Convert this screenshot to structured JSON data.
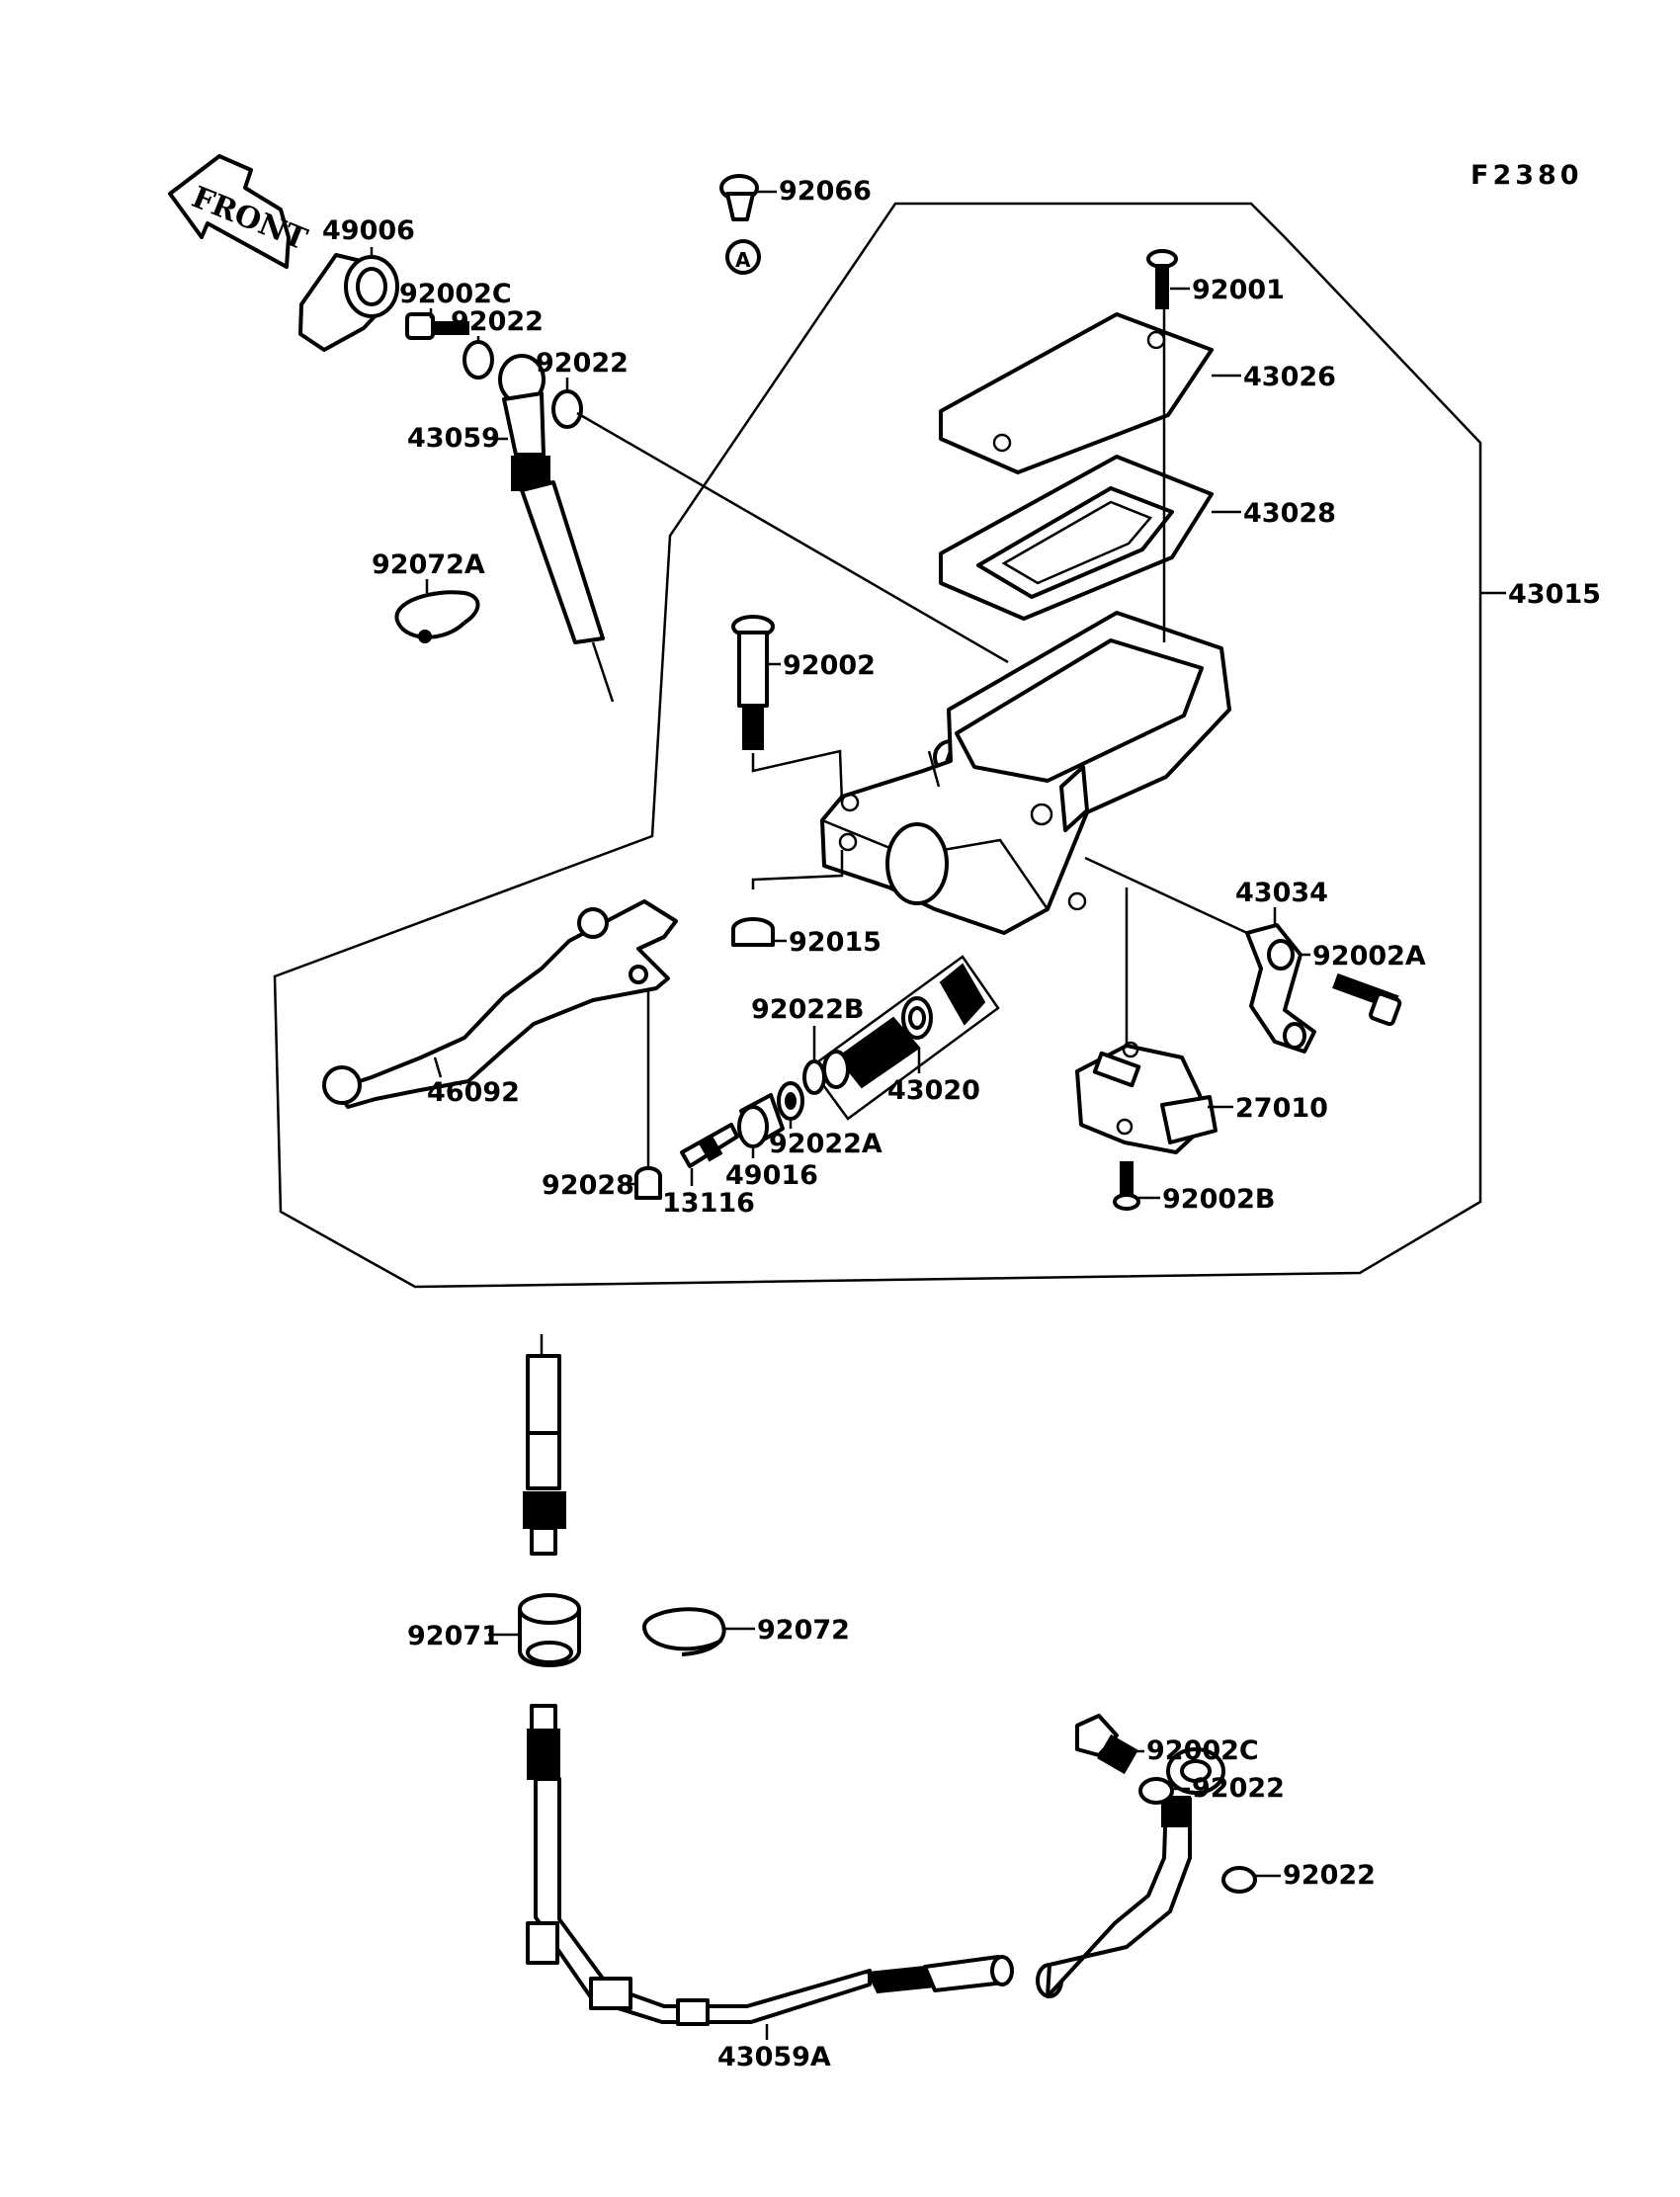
{
  "figure_code": "F2380",
  "front_arrow": {
    "label": "FRONT",
    "icon": "front-arrow-icon"
  },
  "callout_marker": "A",
  "parts": {
    "p49006": "49006",
    "p92002C_top": "92002C",
    "p92022_top1": "92022",
    "p92022_top2": "92022",
    "p43059": "43059",
    "p92072A": "92072A",
    "p92066": "92066",
    "p92001": "92001",
    "p43026": "43026",
    "p43028": "43028",
    "p43015": "43015",
    "p92002": "92002",
    "p92015": "92015",
    "p43034": "43034",
    "p92002A": "92002A",
    "p92022B": "92022B",
    "p43020": "43020",
    "p46092": "46092",
    "p92022A": "92022A",
    "p49016": "49016",
    "p92028": "92028",
    "p13116": "13116",
    "p27010": "27010",
    "p92002B": "92002B",
    "p92071": "92071",
    "p92072": "92072",
    "p92002C_bot": "92002C",
    "p92022_bot1": "92022",
    "p92022_bot2": "92022",
    "p43059A": "43059A"
  }
}
